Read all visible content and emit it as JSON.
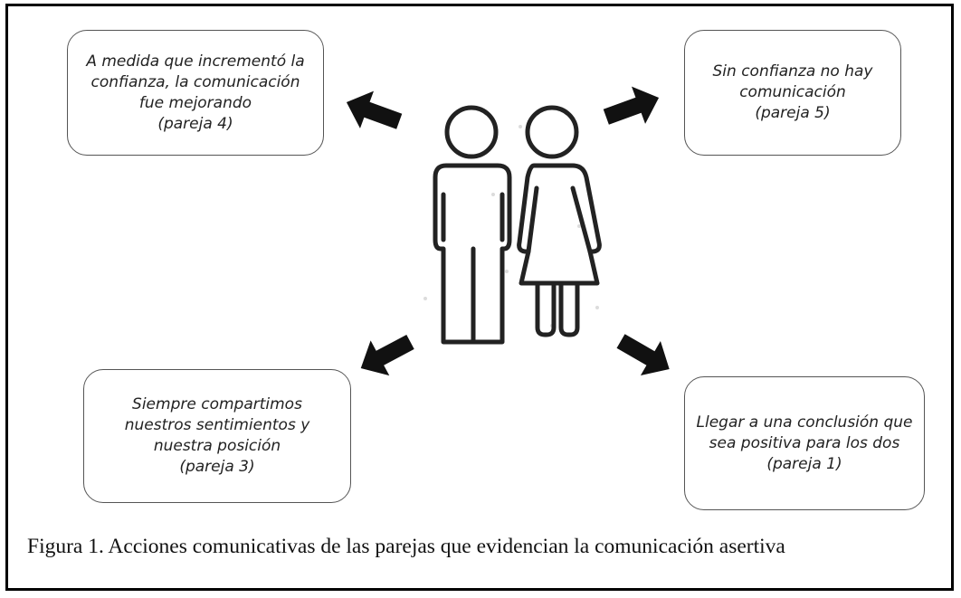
{
  "nodes": [
    {
      "id": "pareja-4",
      "text": "A medida que incrementó la\nconfianza, la comunicación\nfue mejorando\n(pareja 4)"
    },
    {
      "id": "pareja-5",
      "text": "Sin confianza no hay\ncomunicación\n(pareja 5)"
    },
    {
      "id": "pareja-3",
      "text": "Siempre compartimos\nnuestros sentimientos y\nnuestra posición\n(pareja 3)"
    },
    {
      "id": "pareja-1",
      "text": "Llegar a una conclusión que\nsea positiva para los dos\n(pareja 1)"
    }
  ],
  "edges": [
    {
      "from": "couple",
      "to": "pareja-4"
    },
    {
      "from": "couple",
      "to": "pareja-5"
    },
    {
      "from": "couple",
      "to": "pareja-3"
    },
    {
      "from": "couple",
      "to": "pareja-1"
    }
  ],
  "center": {
    "icon": "couple-icon"
  },
  "caption": "Figura 1. Acciones comunicativas de las parejas que evidencian la comunicación asertiva"
}
